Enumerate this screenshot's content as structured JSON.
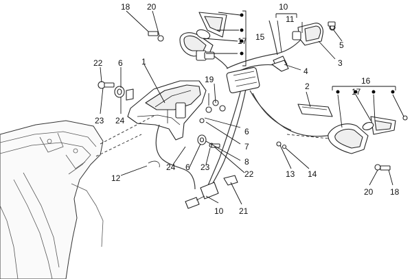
{
  "diagram": {
    "callouts": {
      "c1": "1",
      "c2": "2",
      "c3": "3",
      "c4": "4",
      "c5": "5",
      "c6a": "6",
      "c6b": "6",
      "c6c": "6",
      "c7": "7",
      "c8": "8",
      "c10a": "10",
      "c10b": "10",
      "c11": "11",
      "c12": "12",
      "c13": "13",
      "c14": "14",
      "c15": "15",
      "c16": "16",
      "c17a": "17",
      "c17b": "17",
      "c18a": "18",
      "c18b": "18",
      "c19": "19",
      "c20a": "20",
      "c20b": "20",
      "c21": "21",
      "c22a": "22",
      "c22b": "22",
      "c23a": "23",
      "c23b": "23",
      "c24a": "24",
      "c24b": "24"
    }
  }
}
